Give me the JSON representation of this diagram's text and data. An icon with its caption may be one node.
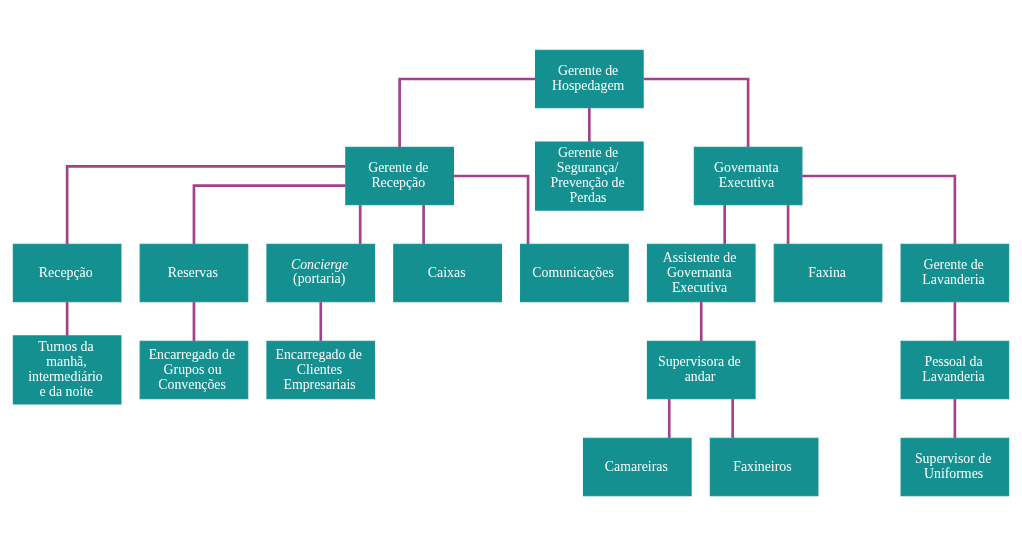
{
  "diagram": {
    "nodes": [
      {
        "text": [
          "Gerente de Hospedagem"
        ]
      },
      {
        "text": [
          "Gerente de Recepção"
        ]
      },
      {
        "text": [
          "Gerente de Segurança/ Prevenção de Perdas"
        ]
      },
      {
        "text": [
          "Governanta Executiva"
        ]
      },
      {
        "text": [
          "Recepção"
        ]
      },
      {
        "text": [
          "Reservas"
        ]
      },
      {
        "text": [
          "*Concierge* (portaria)"
        ]
      },
      {
        "text": [
          "Caixas"
        ]
      },
      {
        "text": [
          "Comunicações"
        ]
      },
      {
        "text": [
          "Assistente de Governanta Executiva"
        ]
      },
      {
        "text": [
          "Faxina"
        ]
      },
      {
        "text": [
          "Gerente de Lavanderia"
        ]
      },
      {
        "text": [
          "Turnos da manhã, intermediário e da noite"
        ]
      },
      {
        "text": [
          "Encarregado de Grupos ou Convenções"
        ]
      },
      {
        "text": [
          "Encarregado de Clientes Empresariais"
        ]
      },
      {
        "text": [
          "Supervisora de andar"
        ]
      },
      {
        "text": [
          "Pessoal da Lavanderia"
        ]
      },
      {
        "text": [
          "Camareiras"
        ]
      },
      {
        "text": [
          "Faxineiros"
        ]
      },
      {
        "text": [
          "Supervisor de Uniformes"
        ]
      }
    ],
    "edges": [
      {
        "from": 0,
        "to": 1,
        "arrow": "none"
      },
      {
        "from": 0,
        "to": 2,
        "arrow": "none"
      },
      {
        "from": 0,
        "to": 3,
        "arrow": "none"
      },
      {
        "from": 1,
        "to": 4,
        "arrow": "none"
      },
      {
        "from": 1,
        "to": 5,
        "arrow": "none"
      },
      {
        "from": 1,
        "to": 6,
        "arrow": "none"
      },
      {
        "from": 1,
        "to": 7,
        "arrow": "none"
      },
      {
        "from": 1,
        "to": 8,
        "arrow": "none"
      },
      {
        "from": 3,
        "to": 9,
        "arrow": "none"
      },
      {
        "from": 3,
        "to": 10,
        "arrow": "none"
      },
      {
        "from": 3,
        "to": 11,
        "arrow": "none"
      },
      {
        "from": 4,
        "to": 12,
        "arrow": "none"
      },
      {
        "from": 5,
        "to": 13,
        "arrow": "none"
      },
      {
        "from": 6,
        "to": 14,
        "arrow": "none"
      },
      {
        "from": 9,
        "to": 15,
        "arrow": "none"
      },
      {
        "from": 11,
        "to": 16,
        "arrow": "none"
      },
      {
        "from": 15,
        "to": 17,
        "arrow": "none"
      },
      {
        "from": 15,
        "to": 18,
        "arrow": "none"
      },
      {
        "from": 16,
        "to": 19,
        "arrow": "none"
      }
    ]
  }
}
